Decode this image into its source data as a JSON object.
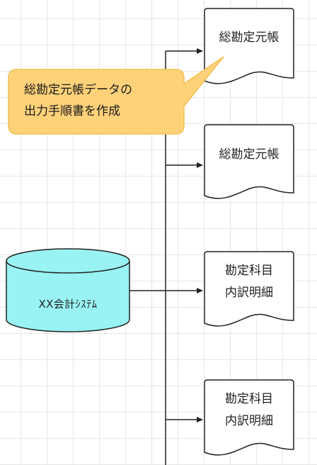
{
  "source": {
    "label": "XX会計ｼｽﾃﾑ"
  },
  "documents": [
    {
      "lines": [
        "総勘定元帳"
      ]
    },
    {
      "lines": [
        "総勘定元帳"
      ]
    },
    {
      "lines": [
        "勘定科目",
        "内訳明細"
      ]
    },
    {
      "lines": [
        "勘定科目",
        "内訳明細"
      ]
    }
  ],
  "callout": {
    "lines": [
      "総勘定元帳データの",
      "出力手順書を作成"
    ]
  },
  "colors": {
    "database_fill": "#99f3f3",
    "callout_fill": "#ffd27a",
    "callout_border": "#f0c050",
    "line": "#222222"
  }
}
